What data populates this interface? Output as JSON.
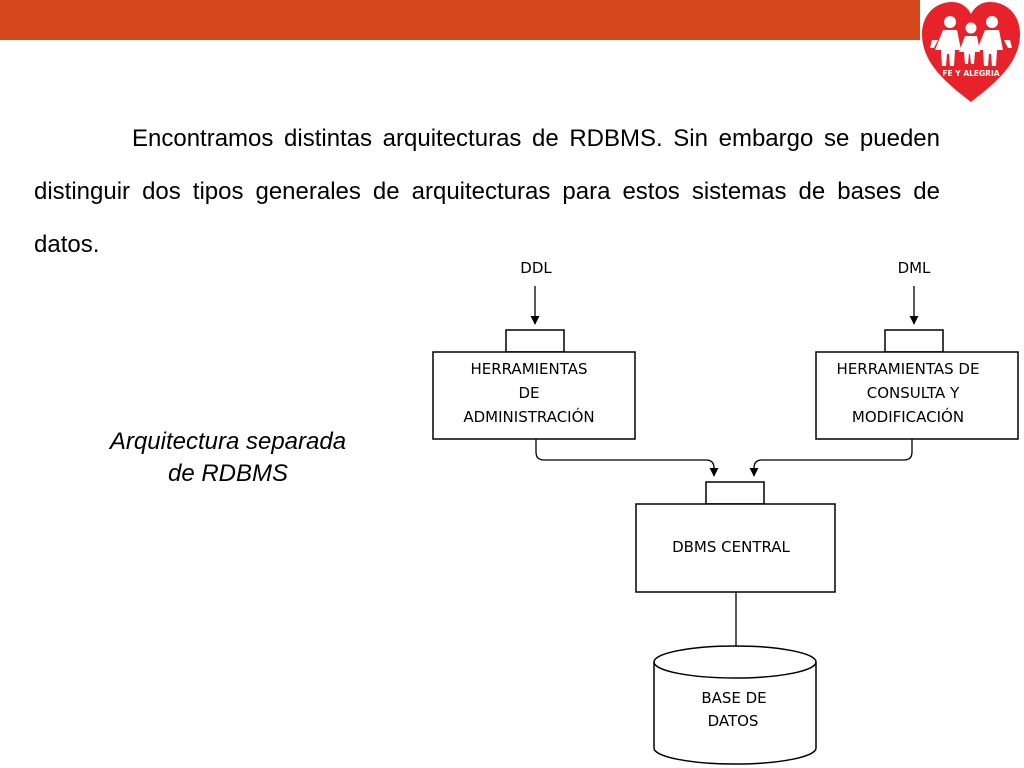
{
  "slide": {
    "accent_color": "#d4461b",
    "logo": {
      "icon": "fe-y-alegria-heart-icon",
      "text": "FE Y ALEGRIA",
      "color": "#e8222a"
    },
    "paragraph": "Encontramos distintas arquitecturas de RDBMS. Sin embargo se pueden distinguir dos tipos generales de arquitecturas para estos sistemas de bases de datos.",
    "caption": {
      "line1": "Arquitectura separada",
      "line2": "de RDBMS"
    }
  },
  "diagram": {
    "inputs": {
      "ddl": "DDL",
      "dml": "DML"
    },
    "admin_tools": {
      "line1": "HERRAMIENTAS",
      "line2": "DE",
      "line3": "ADMINISTRACIÓN"
    },
    "query_tools": {
      "line1": "HERRAMIENTAS DE",
      "line2": "CONSULTA Y",
      "line3": "MODIFICACIÓN"
    },
    "central": "DBMS CENTRAL",
    "database": {
      "line1": "BASE DE",
      "line2": "DATOS"
    }
  }
}
